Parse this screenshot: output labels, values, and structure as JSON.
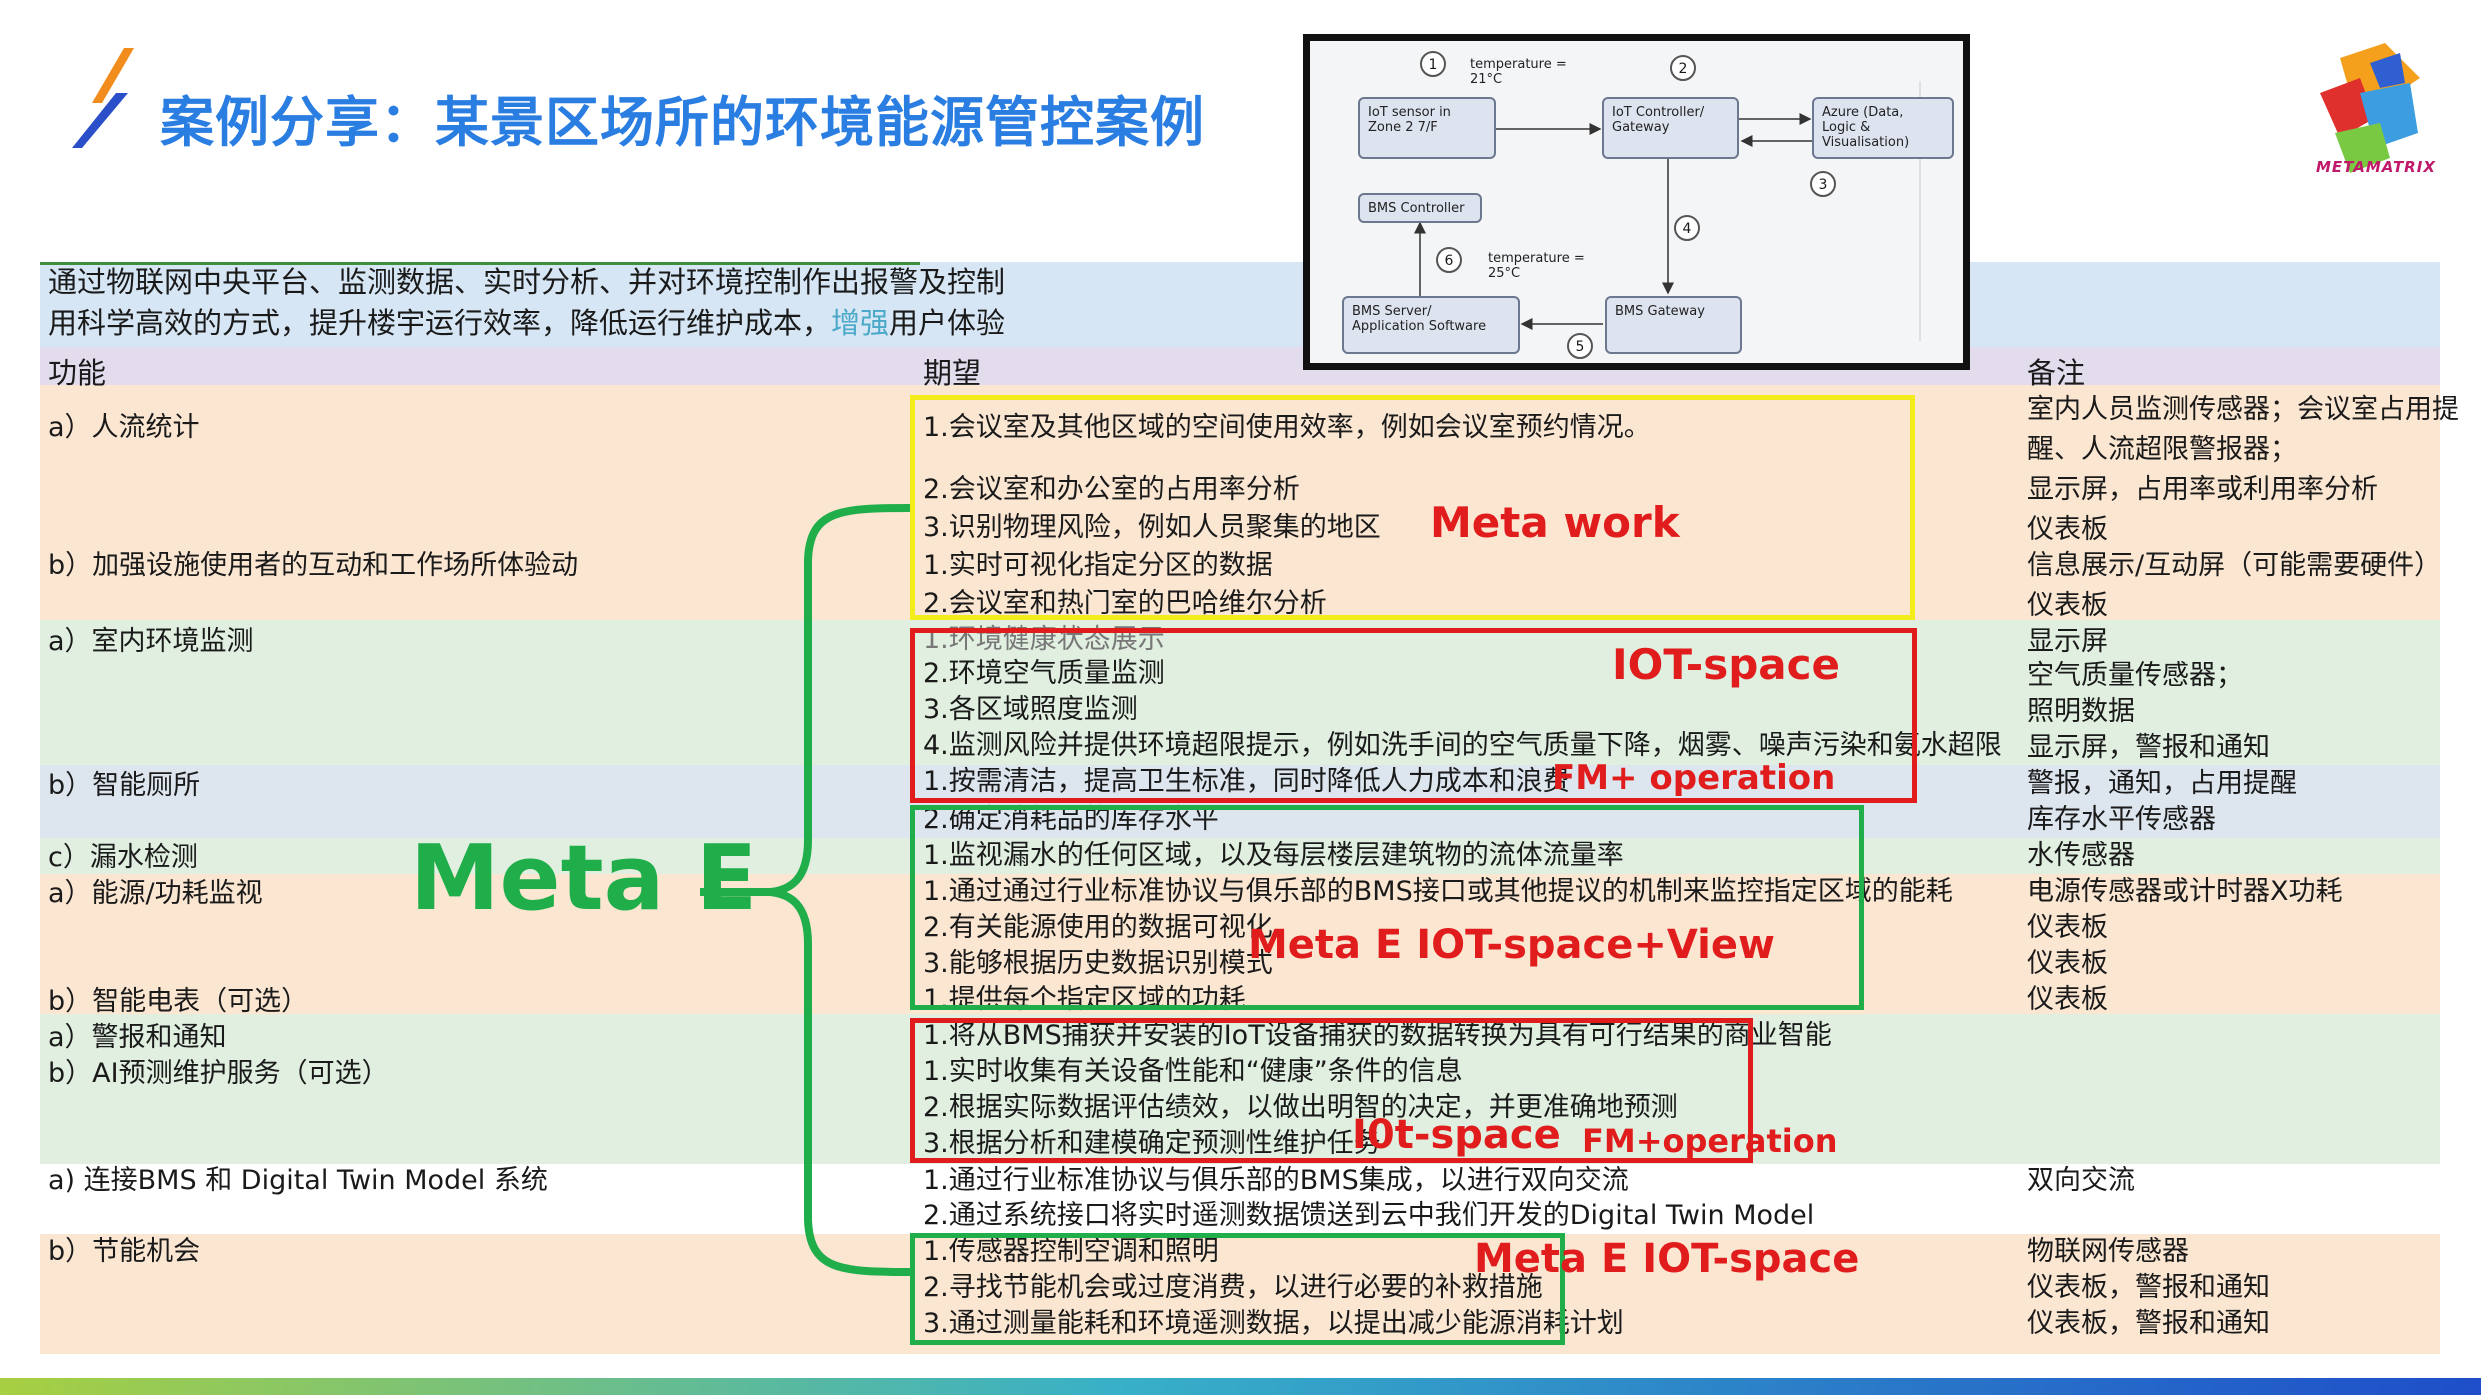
{
  "title": "案例分享：某景区场所的环境能源管控案例",
  "brand": {
    "logo_text": "METAMATRIX"
  },
  "intro": {
    "line1": "通过物联网中央平台、监测数据、实时分析、并对环境控制作出报警及控制",
    "line2_a": "用科学高效的方式，提升楼宇运行效率，降低运行维护成本，",
    "line2_b": "增强",
    "line2_c": "用户体验"
  },
  "headers": {
    "function": "功能",
    "expectation": "期望",
    "remarks": "备注"
  },
  "functions": {
    "f1": "a）人流统计",
    "f2": "b）加强设施使用者的互动和工作场所体验动",
    "f3": "a）室内环境监测",
    "f4": "b）智能厕所",
    "f5": "c）漏水检测",
    "f6": "a）能源/功耗监视",
    "f7": "b）智能电表（可选）",
    "f8": "a）警报和通知",
    "f9": "b）AI预测维护服务（可选）",
    "f10": "a) 连接BMS 和 Digital Twin Model 系统",
    "f11": "b）节能机会"
  },
  "expectations": {
    "e1": "1.会议室及其他区域的空间使用效率，例如会议室预约情况。",
    "e2": "2.会议室和办公室的占用率分析",
    "e3": "3.识别物理风险，例如人员聚集的地区",
    "e4": "1.实时可视化指定分区的数据",
    "e5": "2.会议室和热门室的巴哈维尔分析",
    "e6": "1.环境健康状态展示",
    "e7": "2.环境空气质量监测",
    "e8": "3.各区域照度监测",
    "e9": "4.监测风险并提供环境超限提示，例如洗手间的空气质量下降，烟雾、噪声污染和氨水超限",
    "e10": "1.按需清洁，提高卫生标准，同时降低人力成本和浪费",
    "e11": "2.确定消耗品的库存水平",
    "e12": "1.监视漏水的任何区域，以及每层楼层建筑物的流体流量率",
    "e13": "1.通过通过行业标准协议与俱乐部的BMS接口或其他提议的机制来监控指定区域的能耗",
    "e14": "2.有关能源使用的数据可视化",
    "e15": "3.能够根据历史数据识别模式",
    "e16": "1.提供每个指定区域的功耗",
    "e17": "1.将从BMS捕获并安装的IoT设备捕获的数据转换为具有可行结果的商业智能",
    "e18": "1.实时收集有关设备性能和“健康”条件的信息",
    "e19": "2.根据实际数据评估绩效，以做出明智的决定，并更准确地预测",
    "e20": "3.根据分析和建模确定预测性维护任务",
    "e21": "1.通过行业标准协议与俱乐部的BMS集成，以进行双向交流",
    "e22": "2.通过系统接口将实时遥测数据馈送到云中我们开发的Digital Twin Model",
    "e23": "1.传感器控制空调和照明",
    "e24": "2.寻找节能机会或过度消费，以进行必要的补救措施",
    "e25": "3.通过测量能耗和环境遥测数据，以提出减少能源消耗计划"
  },
  "remarks": {
    "r1": "室内人员监测传感器；会议室占用提",
    "r2": "醒、人流超限警报器；",
    "r3": "显示屏，占用率或利用率分析",
    "r4": "仪表板",
    "r5": "信息展示/互动屏（可能需要硬件）",
    "r6": "仪表板",
    "r7": "显示屏",
    "r8": "空气质量传感器；",
    "r9": "照明数据",
    "r10": "显示屏，警报和通知",
    "r11": "警报，通知，占用提醒",
    "r12": "库存水平传感器",
    "r13": "水传感器",
    "r14": "电源传感器或计时器X功耗",
    "r15": "仪表板",
    "r16": "仪表板",
    "r17": "仪表板",
    "r18": "双向交流",
    "r19": "物联网传感器",
    "r20": "仪表板，警报和通知",
    "r21": "仪表板，警报和通知"
  },
  "annotations": {
    "meta_work": "Meta work",
    "iot_space": "IOT-space",
    "fm_operation_1": "FM+ operation",
    "meta_e_view": "Meta E  IOT-space+View",
    "iot_space_2": "I0t-space",
    "fm_operation_2": "FM+operation",
    "meta_e_iot": "Meta E  IOT-space",
    "meta_e_big": "Meta E"
  },
  "diagram": {
    "n1": "1",
    "n2": "2",
    "n3": "3",
    "n4": "4",
    "n5": "5",
    "n6": "6",
    "temp1": "temperature =\n21°C",
    "temp2": "temperature =\n25°C",
    "iot_sensor": "IoT sensor in\nZone 2 7/F",
    "iot_controller": "IoT Controller/\nGateway",
    "azure": "Azure (Data,\nLogic &\nVisualisation)",
    "bms_controller": "BMS Controller",
    "bms_server": "BMS Server/\nApplication Software",
    "bms_gateway": "BMS Gateway"
  },
  "colors": {
    "title_blue": "#2a7de1",
    "band_blue": "#d6e6f4",
    "band_purple": "#e2dced",
    "band_peach": "#fbe6d2",
    "band_green": "#e0efe0",
    "band_grayblue": "#dde6ee",
    "box_yellow": "#f2ec1a",
    "box_red": "#e01c1c",
    "box_green": "#1fae4a",
    "label_red": "#e01c1c",
    "label_green": "#1fae4a"
  }
}
